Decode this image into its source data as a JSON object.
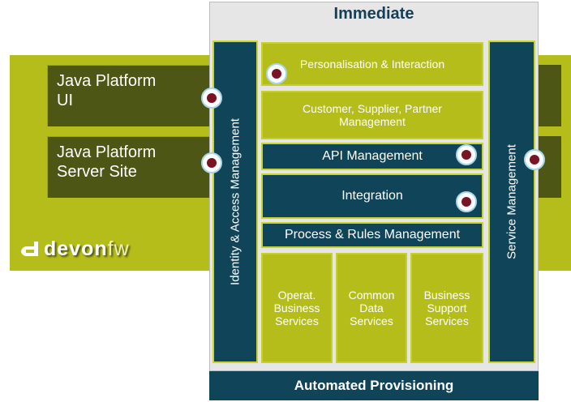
{
  "title": "Immediate",
  "platform": {
    "ui_line1": "Java Platform",
    "ui_line2": "UI",
    "server_line1": "Java Platform",
    "server_line2": "Server Site",
    "logo_prefix": "devon",
    "logo_suffix": "fw"
  },
  "left_column": "Identity & Access Management",
  "right_column": "Service Management",
  "layers": {
    "personalisation": "Personalisation & Interaction",
    "customer_line1": "Customer, Supplier, Partner",
    "customer_line2": "Management",
    "api": "API Management",
    "integration": "Integration",
    "process": "Process & Rules Management"
  },
  "services": [
    {
      "line1": "Operat.",
      "line2": "Business",
      "line3": "Services"
    },
    {
      "line1": "Common",
      "line2": "Data",
      "line3": "Services"
    },
    {
      "line1": "Business",
      "line2": "Support",
      "line3": "Services"
    }
  ],
  "footer": "Automated Provisioning",
  "colors": {
    "dark_teal": "#0f4459",
    "olive": "#b5bd1b",
    "dark_olive": "#4e5616",
    "connector_dot": "#7a1425"
  }
}
